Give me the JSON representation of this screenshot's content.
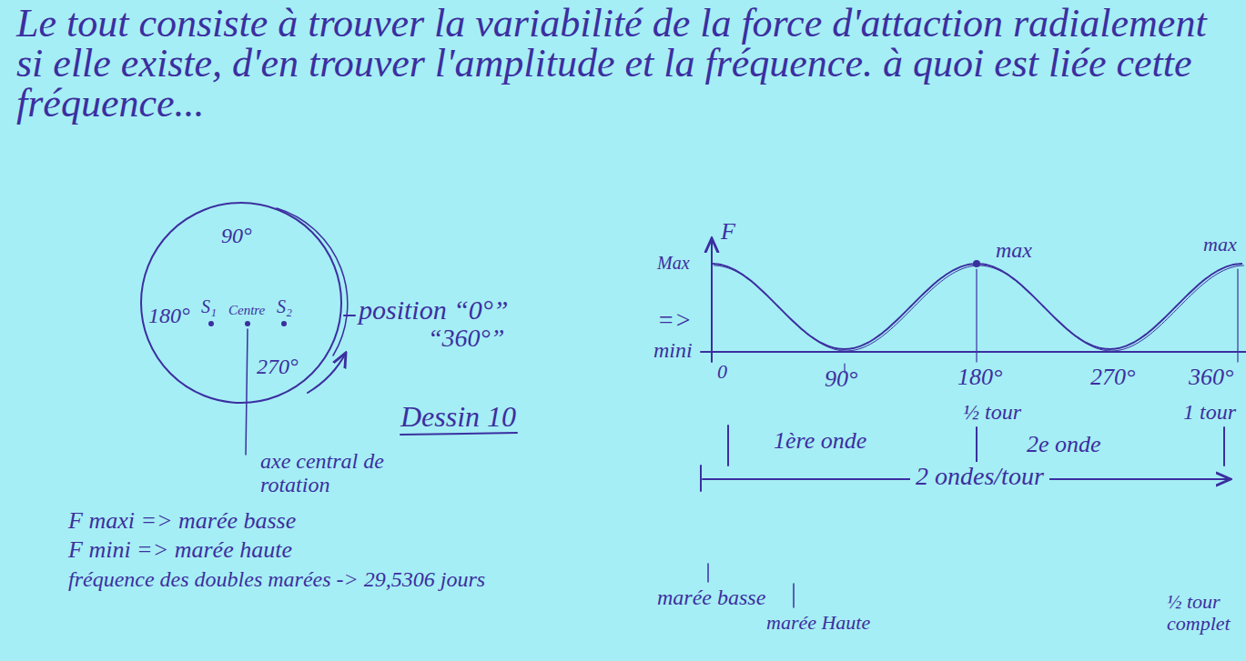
{
  "diagram": {
    "labels": [
      "Le tout consiste à trouver la variabilité de la force d'attaction radialement si elle existe, d'en trouver l'amplitude et la fréquence. à quoi est liée cette fréquence...",
      "90°",
      "180°",
      "S₁",
      "Centre",
      "S₂",
      "270°",
      "position “0°”",
      "“360°”",
      "=>",
      "mini",
      "axe central de rotation",
      "Dessin 10",
      "F",
      "Max",
      "0",
      "90°",
      "max",
      "180°",
      "270°",
      "360°",
      "max",
      "½ tour",
      "1 tour",
      "1ère onde",
      "2e onde",
      "2 ondes/tour",
      "F maxi => marée basse",
      "F mini => marée haute",
      "fréquence des doubles marées -> 29,5306 jours",
      "marée basse",
      "marée Haute",
      "½ tour complet"
    ]
  }
}
